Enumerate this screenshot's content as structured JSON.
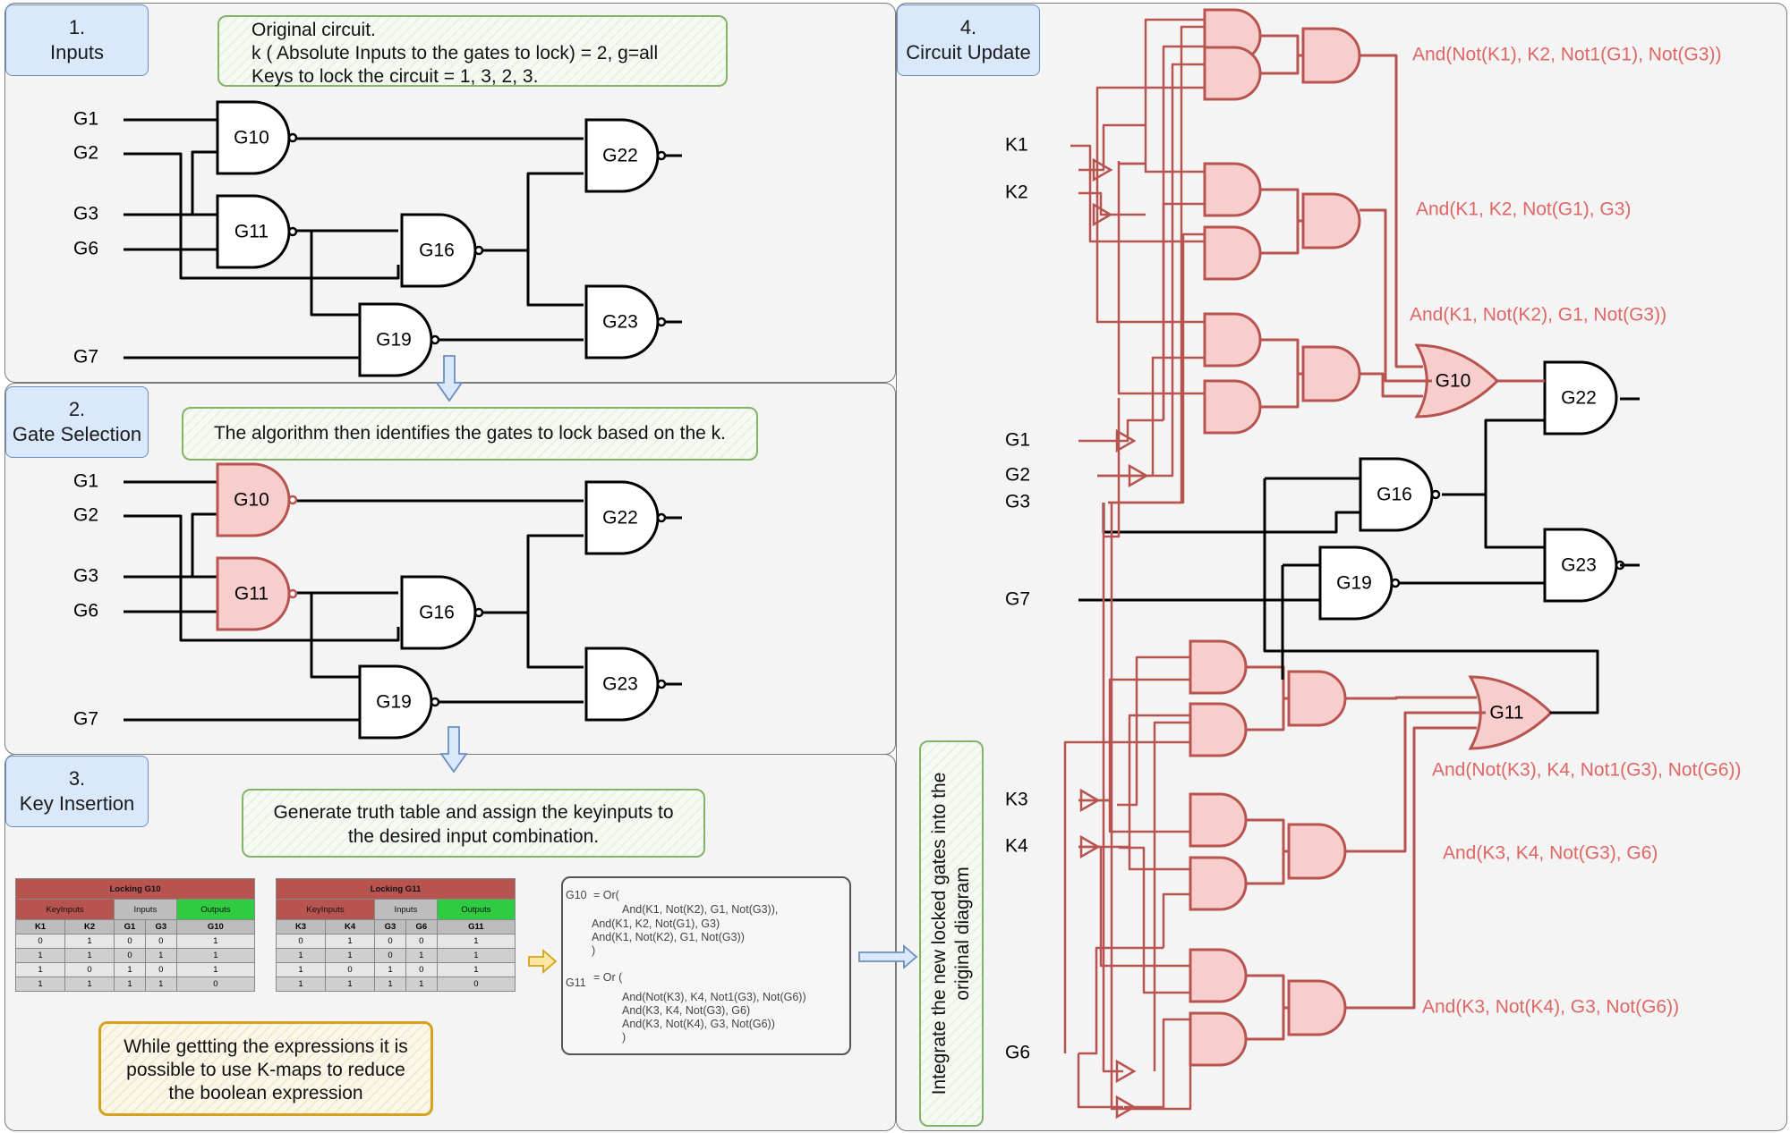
{
  "panels": {
    "inputs": {
      "number": "1.",
      "title": "Inputs"
    },
    "gate_selection": {
      "number": "2.",
      "title": "Gate Selection"
    },
    "key_insertion": {
      "number": "3.",
      "title": "Key Insertion"
    },
    "circuit_update": {
      "number": "4.",
      "title": "Circuit Update"
    }
  },
  "notes": {
    "original_line1": "Original circuit.",
    "original_line2": "k ( Absolute Inputs to the gates to lock) = 2, g=all",
    "original_line3": "Keys to lock the circuit = 1, 3, 2, 3.",
    "algorithm": "The algorithm then identifies the gates to lock based on the k.",
    "truth_line1": "Generate truth table and assign the keyinputs to",
    "truth_line2": "the desired input combination.",
    "kmap_line1": "While gettting the expressions it is",
    "kmap_line2": "possible to use K-maps to reduce",
    "kmap_line3": "the boolean expression",
    "integrate_line1": "Integrate the new locked gates into the",
    "integrate_line2": "original diagram"
  },
  "circuit": {
    "inputs": [
      "G1",
      "G2",
      "G3",
      "G6",
      "G7"
    ],
    "gates": [
      "G10",
      "G11",
      "G16",
      "G19",
      "G22",
      "G23"
    ]
  },
  "truth_tables": [
    {
      "title": "Locking G10",
      "groups": [
        "KeyInputs",
        "Inputs",
        "Outputs"
      ],
      "columns": [
        "K1",
        "K2",
        "G1",
        "G3",
        "G10"
      ],
      "rows": [
        [
          "0",
          "1",
          "0",
          "0",
          "1"
        ],
        [
          "1",
          "1",
          "0",
          "1",
          "1"
        ],
        [
          "1",
          "0",
          "1",
          "0",
          "1"
        ],
        [
          "1",
          "1",
          "1",
          "1",
          "0"
        ]
      ]
    },
    {
      "title": "Locking G11",
      "groups": [
        "KeyInputs",
        "Inputs",
        "Outputs"
      ],
      "columns": [
        "K3",
        "K4",
        "G3",
        "G6",
        "G11"
      ],
      "rows": [
        [
          "0",
          "1",
          "0",
          "0",
          "1"
        ],
        [
          "1",
          "1",
          "0",
          "1",
          "1"
        ],
        [
          "1",
          "0",
          "1",
          "0",
          "1"
        ],
        [
          "1",
          "1",
          "1",
          "1",
          "0"
        ]
      ]
    }
  ],
  "expressions": {
    "g10_label": "G10",
    "g10_lines": [
      "= Or(",
      "And(K1, Not(K2), G1, Not(G3)),",
      "And(K1, K2, Not(G1), G3)",
      "And(K1, Not(K2), G1, Not(G3))",
      ")"
    ],
    "g11_label": "G11",
    "g11_lines": [
      "= Or (",
      "And(Not(K3), K4, Not1(G3), Not(G6))",
      "And(K3, K4, Not(G3), G6)",
      "And(K3, Not(K4), G3, Not(G6))",
      ")"
    ]
  },
  "updated_circuit": {
    "inputs": [
      "K1",
      "K2",
      "G1",
      "G2",
      "G3",
      "G7",
      "K3",
      "K4",
      "G6"
    ],
    "gates": [
      "G10",
      "G11",
      "G16",
      "G19",
      "G22",
      "G23"
    ],
    "and_terms": [
      "And(Not(K1), K2, Not1(G1), Not(G3))",
      "And(K1, K2, Not(G1), G3)",
      "And(K1, Not(K2), G1, Not(G3))",
      "And(Not(K3), K4, Not1(G3), Not(G6))",
      "And(K3, K4, Not(G3), G6)",
      "And(K3, Not(K4), G3, Not(G6))"
    ]
  },
  "colors": {
    "locked_fill": "#f8cecc",
    "locked_stroke": "#b85450",
    "term_text": "#e06666",
    "tag_fill": "#dae8fc",
    "note_border": "#82b366",
    "note_yellow": "#d6a21b"
  }
}
